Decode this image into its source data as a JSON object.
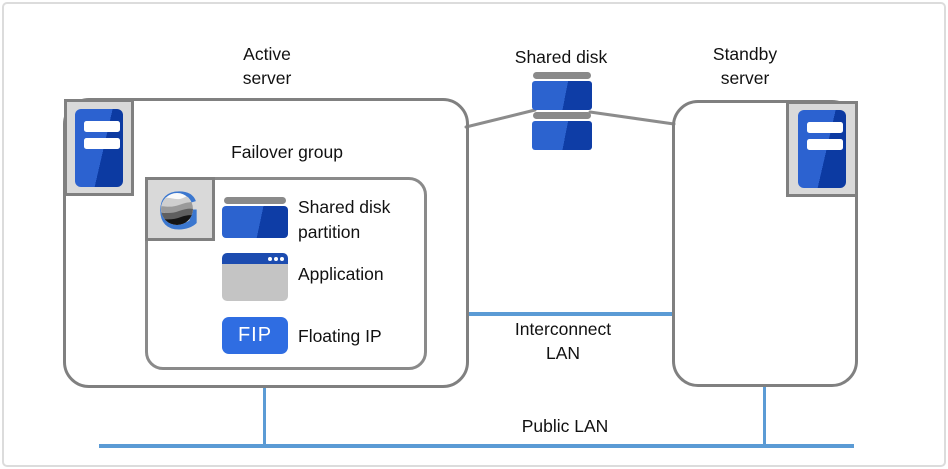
{
  "diagram": {
    "nodes": {
      "active_server": {
        "label": "Active\nserver"
      },
      "standby_server": {
        "label": "Standby\nserver"
      },
      "shared_disk": {
        "label": "Shared disk"
      },
      "failover_group": {
        "label": "Failover group"
      },
      "shared_disk_partition": {
        "label": "Shared disk\npartition"
      },
      "application": {
        "label": "Application"
      },
      "floating_ip": {
        "label": "Floating IP",
        "badge": "FIP"
      }
    },
    "networks": {
      "interconnect": {
        "label": "Interconnect\nLAN"
      },
      "public": {
        "label": "Public LAN"
      }
    },
    "icons": [
      "server-tower-icon",
      "expresscluster-logo-icon",
      "disk-icon",
      "application-window-icon",
      "fip-badge"
    ],
    "colors": {
      "lan_line_blue": "#5b9bd5",
      "box_border_gray": "#808080",
      "icon_blue_light": "#2c63cf",
      "icon_blue_dark": "#0e3da6",
      "fip_blue": "#2f6de2",
      "app_titlebar_blue": "#1c4cb0",
      "tray_gray": "#d9d9d9",
      "disk_cap_gray": "#8a8a8a",
      "app_body_gray": "#c4c4c4",
      "logo_g_blue": "#3b77cf",
      "outer_frame_gray": "#dcdcdc"
    }
  }
}
